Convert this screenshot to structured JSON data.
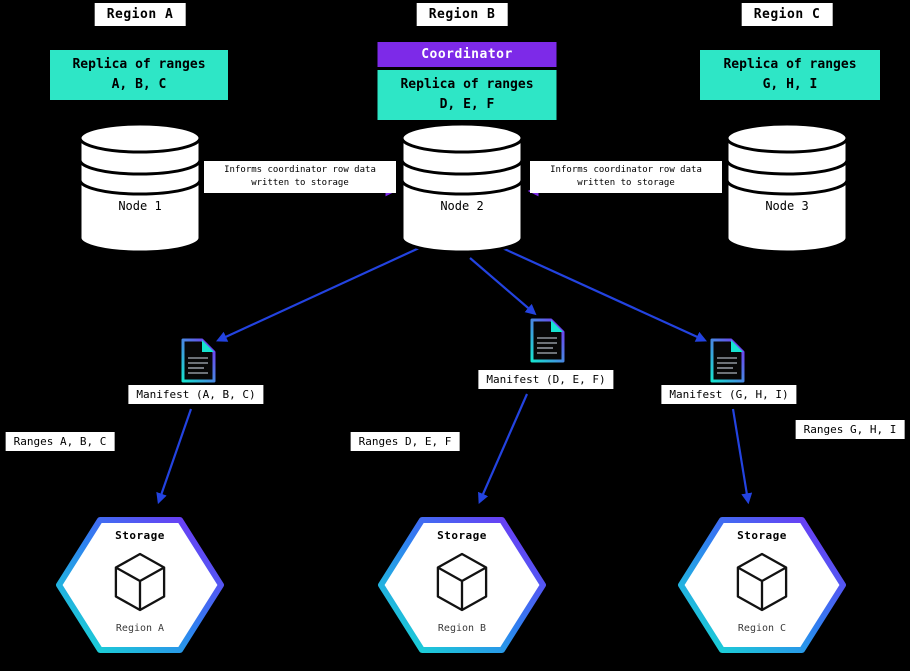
{
  "colors": {
    "background": "#000000",
    "coordinator_purple": "#7d2ae8",
    "replica_cyan": "#2ee6c6",
    "arrow_blue": "#2343e0",
    "dashed_arrow_purple": "#7d2ae8",
    "gradient_cyan": "#16e3cf",
    "gradient_purple": "#7a2cf5"
  },
  "coordinator_label": "Coordinator",
  "inform_message": "Informs coordinator row data\nwritten to storage",
  "regions": [
    {
      "name": "Region A",
      "replica_line1": "Replica of ranges",
      "replica_line2": "A, B, C",
      "node": "Node 1",
      "manifest": "Manifest (A, B, C)",
      "ranges": "Ranges A, B, C",
      "storage_title": "Storage",
      "storage_region": "Region A"
    },
    {
      "name": "Region B",
      "replica_line1": "Replica of ranges",
      "replica_line2": "D, E, F",
      "node": "Node 2",
      "manifest": "Manifest (D, E, F)",
      "ranges": "Ranges D, E, F",
      "storage_title": "Storage",
      "storage_region": "Region B"
    },
    {
      "name": "Region C",
      "replica_line1": "Replica of ranges",
      "replica_line2": "G, H, I",
      "node": "Node 3",
      "manifest": "Manifest (G, H, I)",
      "ranges": "Ranges G, H, I",
      "storage_title": "Storage",
      "storage_region": "Region C"
    }
  ]
}
